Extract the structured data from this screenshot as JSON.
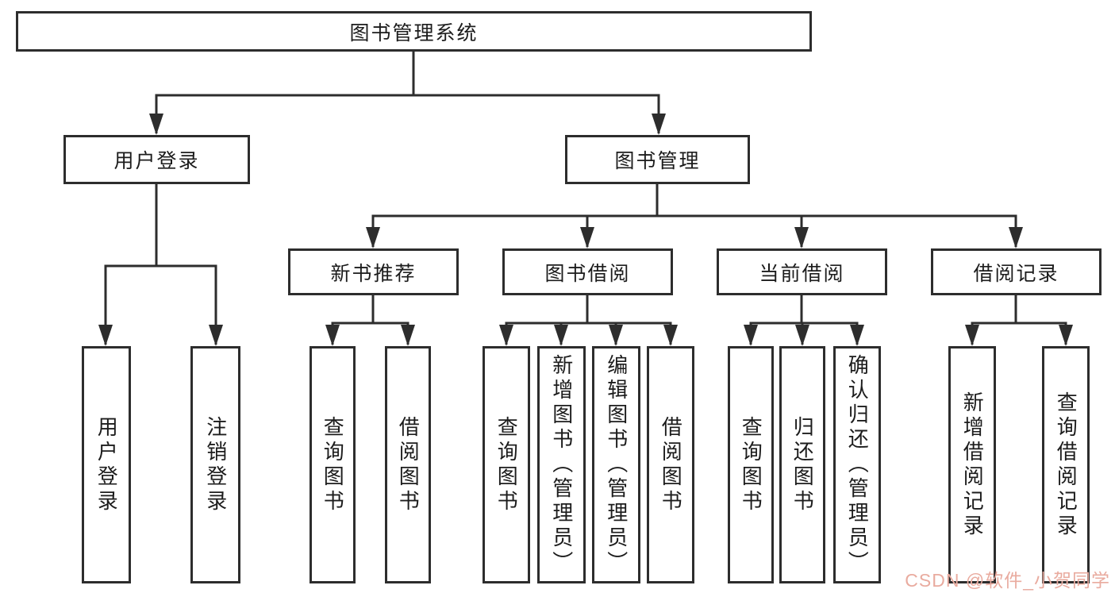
{
  "diagram": {
    "type": "hierarchy-tree",
    "tree": {
      "label": "图书管理系统",
      "children": [
        {
          "label": "用户登录",
          "children": [
            {
              "label": "用户登录"
            },
            {
              "label": "注销登录"
            }
          ]
        },
        {
          "label": "图书管理",
          "children": [
            {
              "label": "新书推荐",
              "children": [
                {
                  "label": "查询图书"
                },
                {
                  "label": "借阅图书"
                }
              ]
            },
            {
              "label": "图书借阅",
              "children": [
                {
                  "label": "查询图书"
                },
                {
                  "label": "新增图书（管理员）"
                },
                {
                  "label": "编辑图书（管理员）"
                },
                {
                  "label": "借阅图书"
                }
              ]
            },
            {
              "label": "当前借阅",
              "children": [
                {
                  "label": "查询图书"
                },
                {
                  "label": "归还图书"
                },
                {
                  "label": "确认归还（管理员）"
                }
              ]
            },
            {
              "label": "借阅记录",
              "children": [
                {
                  "label": "新增借阅记录"
                },
                {
                  "label": "查询借阅记录"
                }
              ]
            }
          ]
        }
      ]
    }
  },
  "colors": {
    "line": "#2d2d2d",
    "text": "#1c1c1c",
    "background": "#ffffff",
    "watermark": "#e9ab9f"
  },
  "watermark": {
    "text": "CSDN @软件_小贺同学"
  }
}
